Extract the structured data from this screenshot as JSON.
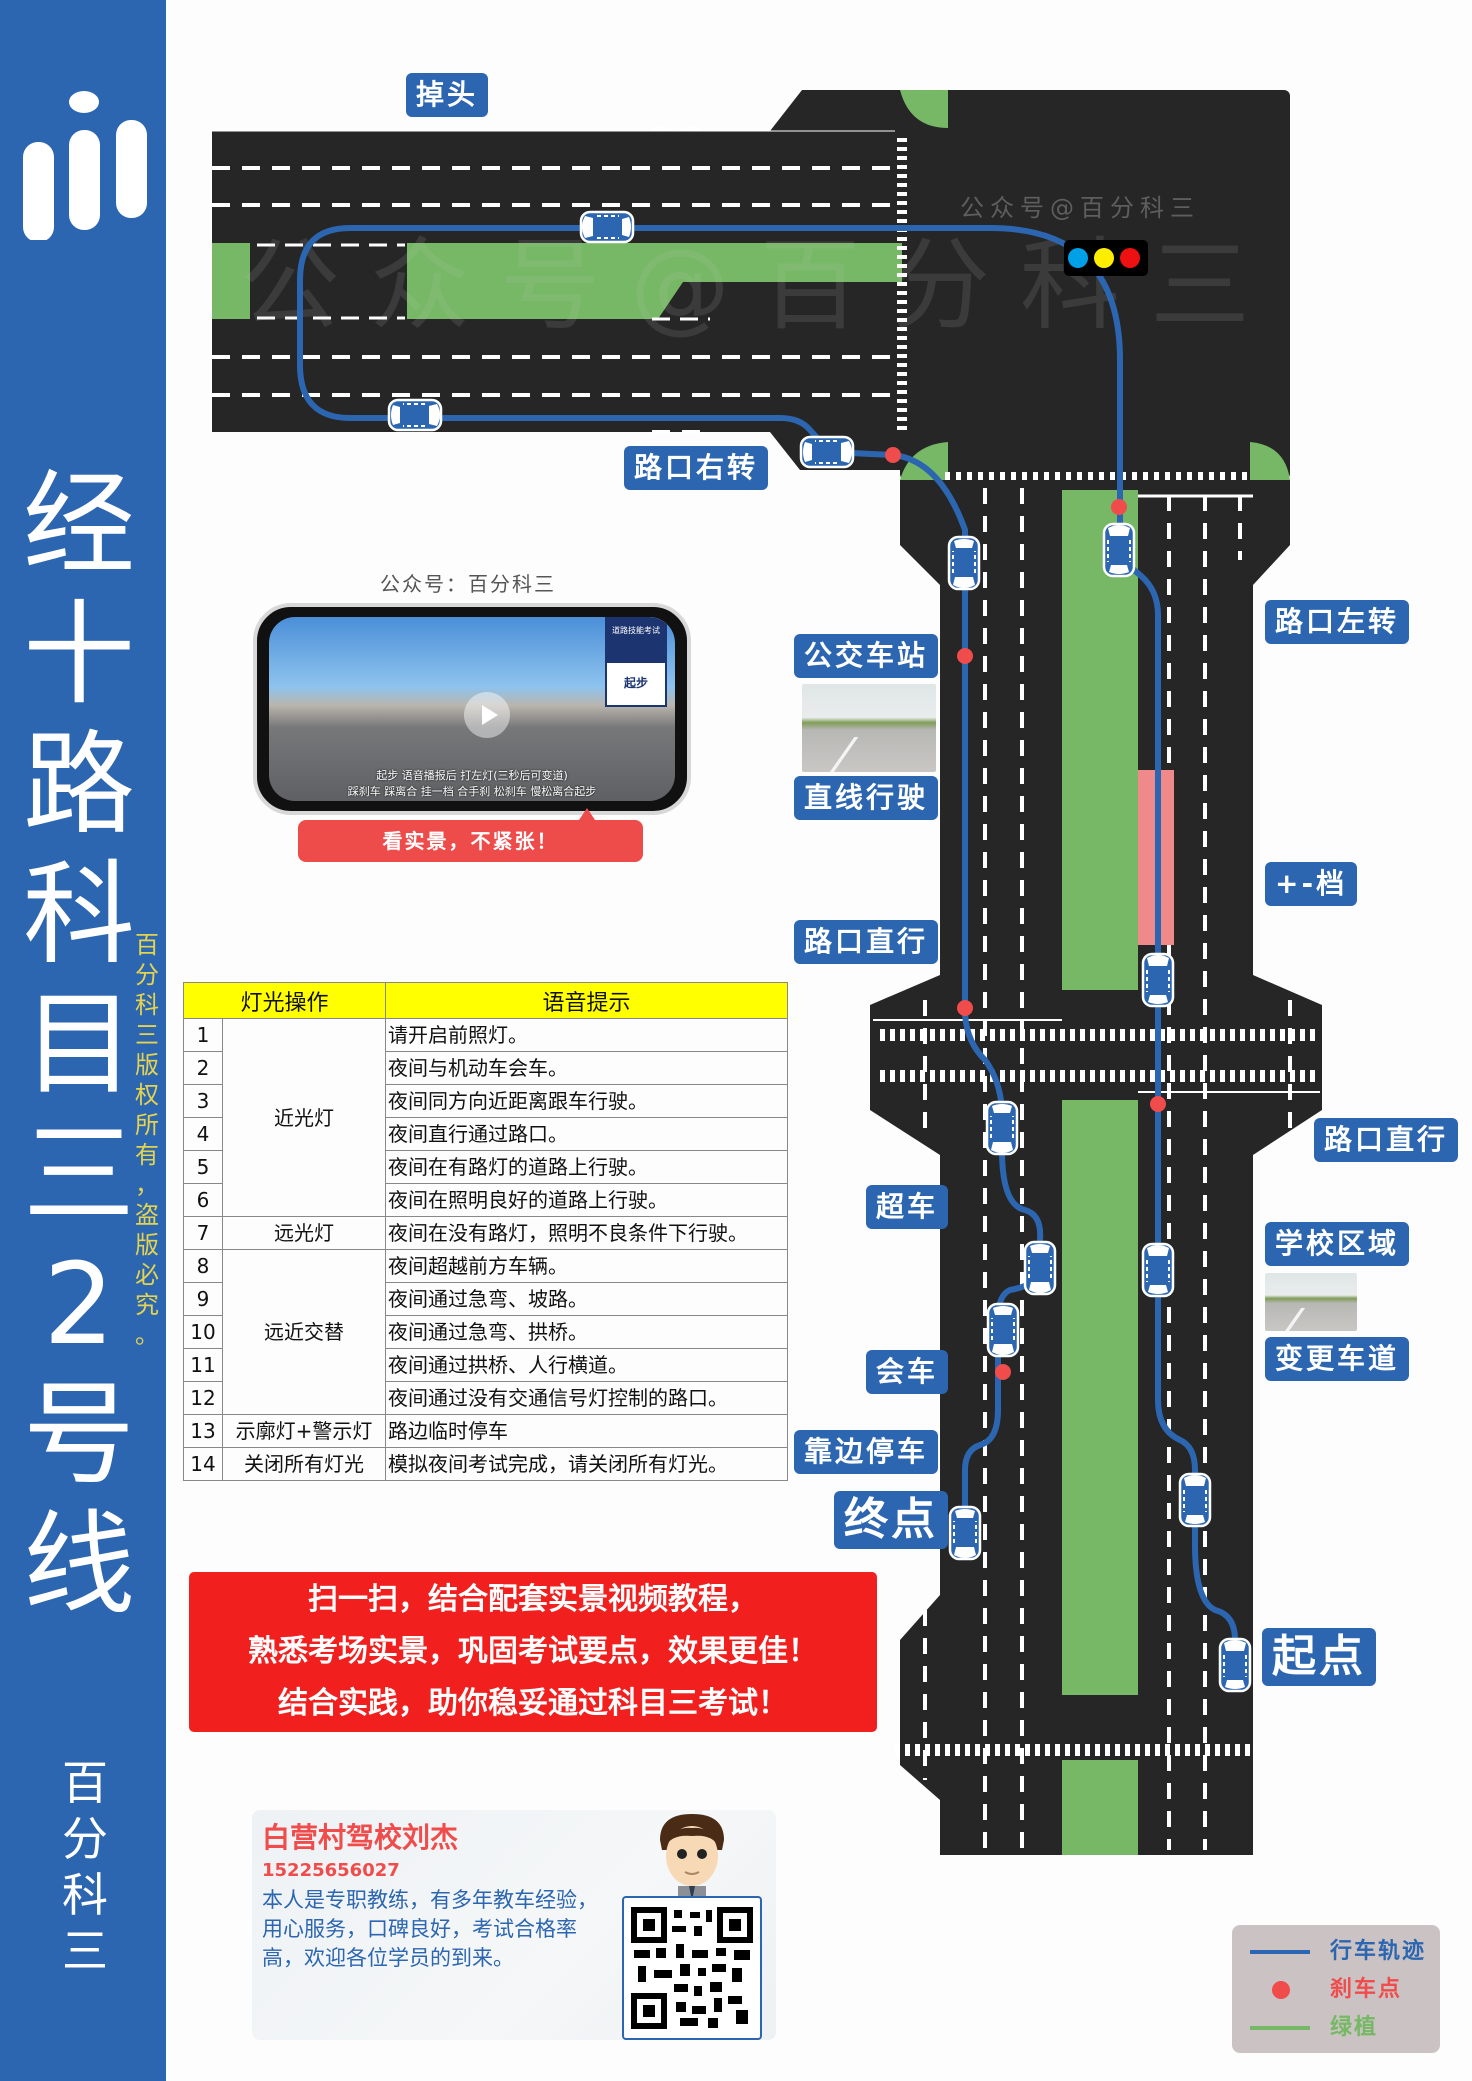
{
  "sidebar": {
    "title_chars": [
      "经",
      "十",
      "路",
      "科",
      "目",
      "三",
      "2",
      "号",
      "线"
    ],
    "copyright_chars": [
      "百",
      "分",
      "科",
      "三",
      "版",
      "权",
      "所",
      "有",
      "，",
      "盗",
      "版",
      "必",
      "究",
      "。"
    ],
    "brand_chars": [
      "百",
      "分",
      "科",
      "三"
    ],
    "bg_color": "#2c66b0",
    "copyright_color": "#e4d34e"
  },
  "map": {
    "watermark_small_top": "公众号@百分科三",
    "watermark_large": "公众号@百分科三",
    "traffic_light_colors": [
      "#00a0e9",
      "#ffee00",
      "#ee1111"
    ],
    "labels": {
      "u_turn": "掉头",
      "right_turn": "路口右转",
      "left_turn": "路口左转",
      "bus_stop": "公交车站",
      "straight_drive": "直线行驶",
      "straight_intersection_left": "路口直行",
      "gear_change": "+-档",
      "straight_intersection_right": "路口直行",
      "overtake": "超车",
      "school_zone": "学校区域",
      "change_lane": "变更车道",
      "meet_car": "会车",
      "pull_over": "靠边停车",
      "end_point": "终点",
      "start_point": "起点"
    },
    "colors": {
      "road": "#262626",
      "median": "#76b865",
      "trajectory": "#2c66b0",
      "brake_point": "#f04c4c",
      "gear_zone": "#f08a8a"
    }
  },
  "phone": {
    "caption": "公众号：百分科三",
    "panel_top": "道路技能考试",
    "panel_bottom": "起步",
    "subtitle_line1": "起步  语音播报后  打左灯(三秒后可变道)",
    "subtitle_line2": "踩刹车  踩离合  挂一档  合手刹  松刹车  慢松离合起步",
    "bubble": "看实景，不紧张！"
  },
  "light_table": {
    "headers": [
      "灯光操作",
      "语音提示"
    ],
    "rows": [
      {
        "num": "1",
        "op": "近光灯",
        "voice": "请开启前照灯。"
      },
      {
        "num": "2",
        "op": "",
        "voice": "夜间与机动车会车。"
      },
      {
        "num": "3",
        "op": "",
        "voice": "夜间同方向近距离跟车行驶。"
      },
      {
        "num": "4",
        "op": "",
        "voice": "夜间直行通过路口。"
      },
      {
        "num": "5",
        "op": "",
        "voice": "夜间在有路灯的道路上行驶。"
      },
      {
        "num": "6",
        "op": "",
        "voice": "夜间在照明良好的道路上行驶。"
      },
      {
        "num": "7",
        "op": "远光灯",
        "voice": "夜间在没有路灯，照明不良条件下行驶。"
      },
      {
        "num": "8",
        "op": "远近交替",
        "voice": "夜间超越前方车辆。"
      },
      {
        "num": "9",
        "op": "",
        "voice": "夜间通过急弯、坡路。"
      },
      {
        "num": "10",
        "op": "",
        "voice": "夜间通过急弯、拱桥。"
      },
      {
        "num": "11",
        "op": "",
        "voice": "夜间通过拱桥、人行横道。"
      },
      {
        "num": "12",
        "op": "",
        "voice": "夜间通过没有交通信号灯控制的路口。"
      },
      {
        "num": "13",
        "op": "示廓灯+警示灯",
        "voice": "路边临时停车"
      },
      {
        "num": "14",
        "op": "关闭所有灯光",
        "voice": "模拟夜间考试完成，请关闭所有灯光。"
      }
    ]
  },
  "promo": {
    "lines": [
      "扫一扫，结合配套实景视频教程，",
      "熟悉考场实景，巩固考试要点，效果更佳！",
      "结合实践，助你稳妥通过科目三考试！"
    ]
  },
  "coach": {
    "name": "白营村驾校刘杰",
    "phone": "15225656027",
    "description": "本人是专职教练，有多年教车经验，用心服务，口碑良好，考试合格率高，欢迎各位学员的到来。"
  },
  "legend": {
    "items": [
      {
        "label": "行车轨迹",
        "color": "#2c66b0",
        "type": "line"
      },
      {
        "label": "刹车点",
        "color": "#f04c4c",
        "type": "dot"
      },
      {
        "label": "绿植",
        "color": "#76b865",
        "type": "line"
      }
    ]
  }
}
